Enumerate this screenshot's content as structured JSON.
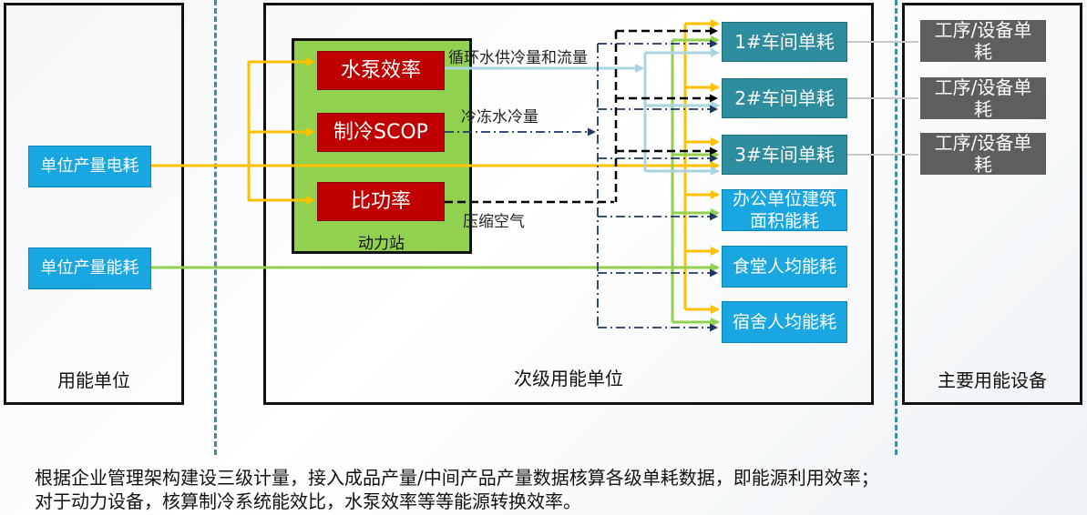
{
  "frames": {
    "left_label": "用能单位",
    "middle_label": "次级用能单位",
    "right_label": "主要用能设备"
  },
  "left_nodes": {
    "electricity": "单位产量电耗",
    "energy": "单位产量能耗"
  },
  "station": {
    "label": "动力站",
    "pump": "水泵效率",
    "cooling": "制冷SCOP",
    "compressor": "比功率"
  },
  "edge_labels": {
    "water": "循环水供冷量和流量",
    "chilled": "冷冻水冷量",
    "air": "压缩空气"
  },
  "targets": {
    "ws1": "1#车间单耗",
    "ws2": "2#车间单耗",
    "ws3": "3#车间单耗",
    "office": "办公单位建筑面积能耗",
    "canteen": "食堂人均能耗",
    "dorm": "宿舍人均能耗"
  },
  "equipment": {
    "e1": "工序/设备单耗",
    "e2": "工序/设备单耗",
    "e3": "工序/设备单耗"
  },
  "footer": {
    "line1": "根据企业管理架构建设三级计量，接入成品产量/中间产品产量数据核算各级单耗数据，即能源利用效率；",
    "line2": "对于动力设备，核算制冷系统能效比，水泵效率等等能源转换效率。"
  },
  "colors": {
    "electric_line": "#ffc000",
    "energy_line": "#92d050",
    "water_line": "#a9d4e0",
    "chilled_line": "#1f3864",
    "air_line": "#000000"
  }
}
